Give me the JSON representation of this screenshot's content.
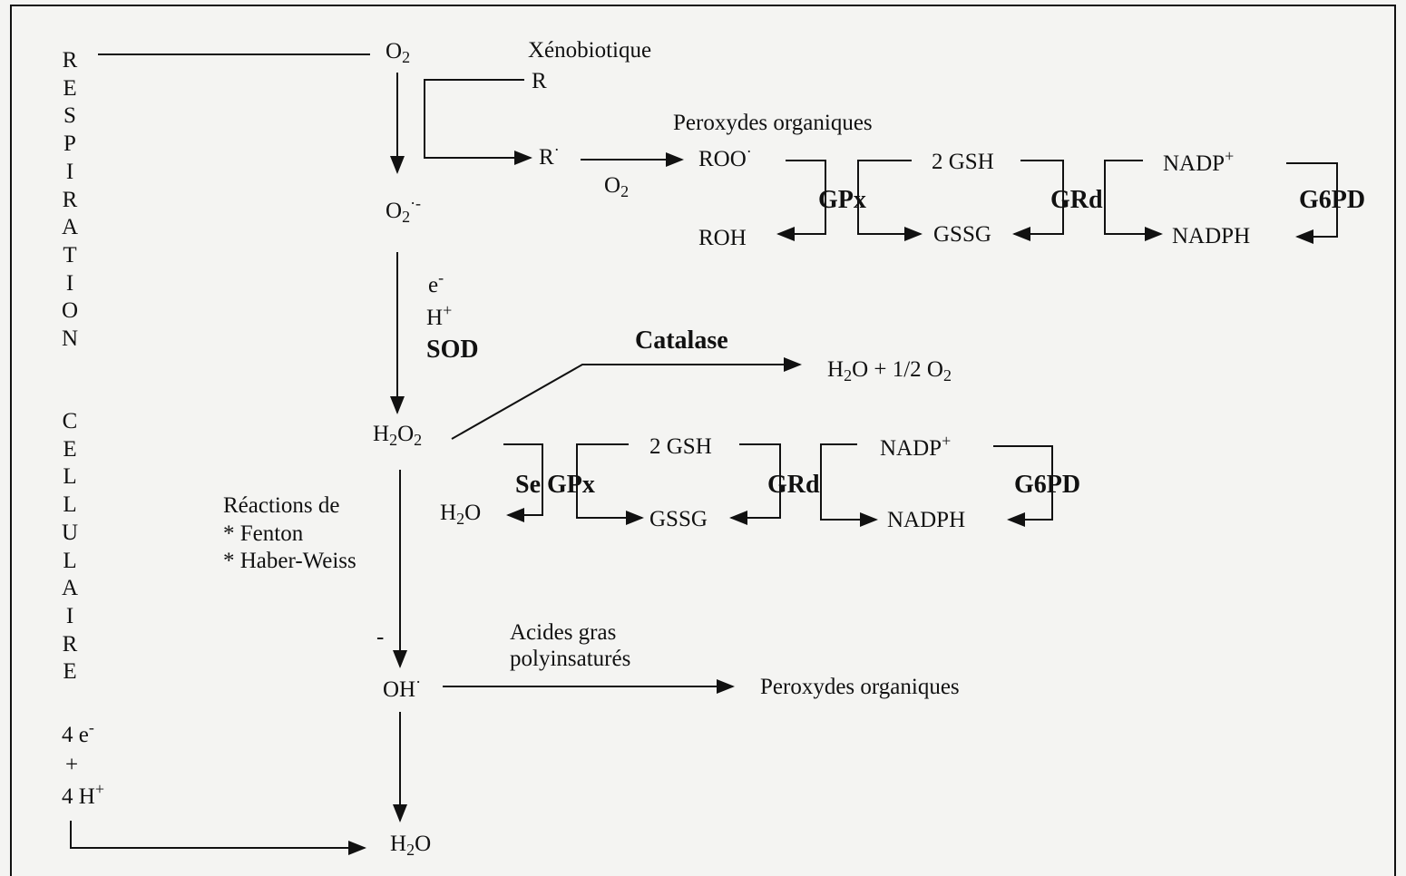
{
  "vertical": {
    "respiration": "RESPIRATION",
    "cellulaire": "CELLULAIRE"
  },
  "species": {
    "o2": "O",
    "o2_sub": "2",
    "xenobiotique": "Xénobiotique",
    "r": "R",
    "r_radical": "R",
    "radical_dot": "·",
    "peroxydes_1": "Peroxydes organiques",
    "roo": "ROO",
    "o2b": "O",
    "o2b_sub": "2",
    "superoxide": "O",
    "superoxide_sub": "2",
    "superoxide_sup": "·-",
    "roh": "ROH",
    "gsh_1": "2 GSH",
    "gssg_1": "GSSG",
    "nadp_1": "NADP",
    "nadp_sup": "+",
    "nadph_1": "NADPH",
    "e_minus": "e",
    "e_sup": "-",
    "h_plus": "H",
    "h_sup": "+",
    "h2o_half_o2_a": "H",
    "h2o_half_o2_b": "2",
    "h2o_half_o2_c": "O + 1/2 O",
    "h2o_half_o2_d": "2",
    "h2o2_a": "H",
    "h2o2_b": "2",
    "h2o2_c": "O",
    "h2o2_d": "2",
    "h2o_1a": "H",
    "h2o_1b": "2",
    "h2o_1c": "O",
    "gsh_2": "2 GSH",
    "gssg_2": "GSSG",
    "nadp_2": "NADP",
    "nadph_2": "NADPH",
    "reactions_title": "Réactions de",
    "fenton": "* Fenton",
    "haber_weiss": "* Haber-Weiss",
    "acides_gras_1": "Acides gras",
    "acides_gras_2": "polyinsaturés",
    "oh": "OH",
    "oh_dash": "-",
    "peroxydes_2": "Peroxydes organiques",
    "four_e": "4 e",
    "plus": "+",
    "four_h": "4 H",
    "h2o_final_a": "H",
    "h2o_final_b": "2",
    "h2o_final_c": "O"
  },
  "enzymes": {
    "gpx": "GPx",
    "grd_1": "GRd",
    "g6pd_1": "G6PD",
    "sod": "SOD",
    "catalase": "Catalase",
    "se_gpx": "Se GPx",
    "grd_2": "GRd",
    "g6pd_2": "G6PD"
  }
}
